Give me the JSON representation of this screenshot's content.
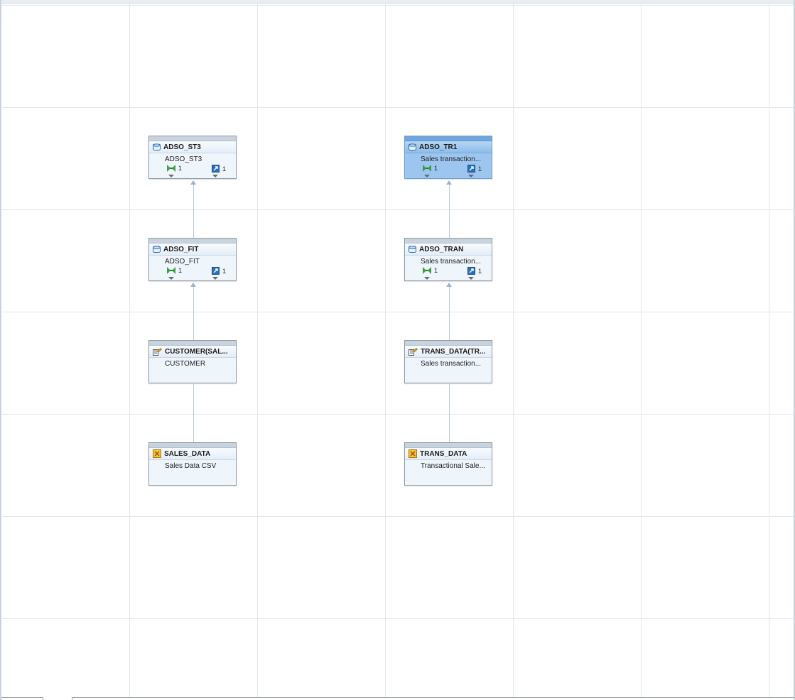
{
  "nodes": [
    {
      "id": "adso_st3",
      "type": "adso",
      "title": "ADSO_ST3",
      "description": "ADSO_ST3",
      "selected": false,
      "metrics": {
        "transformations": "1",
        "dtps": "1"
      }
    },
    {
      "id": "adso_fit",
      "type": "adso",
      "title": "ADSO_FIT",
      "description": "ADSO_FIT",
      "selected": false,
      "metrics": {
        "transformations": "1",
        "dtps": "1"
      }
    },
    {
      "id": "customer_src",
      "type": "datasource",
      "title": "CUSTOMER(SAL...",
      "description": "CUSTOMER",
      "selected": false
    },
    {
      "id": "sales_data",
      "type": "sourcesystem",
      "title": "SALES_DATA",
      "description": "Sales Data CSV",
      "selected": false
    },
    {
      "id": "adso_tr1",
      "type": "adso",
      "title": "ADSO_TR1",
      "description": "Sales transaction...",
      "selected": true,
      "metrics": {
        "transformations": "1",
        "dtps": "1"
      }
    },
    {
      "id": "adso_tran",
      "type": "adso",
      "title": "ADSO_TRAN",
      "description": "Sales transaction...",
      "selected": false,
      "metrics": {
        "transformations": "1",
        "dtps": "1"
      }
    },
    {
      "id": "trans_data_src",
      "type": "datasource",
      "title": "TRANS_DATA(TR...",
      "description": "Sales transaction...",
      "selected": false
    },
    {
      "id": "trans_data",
      "type": "sourcesystem",
      "title": "TRANS_DATA",
      "description": "Transactional Sale...",
      "selected": false
    }
  ],
  "colors": {
    "grid": "#dfe6ee",
    "node_bg": "#eef5fb",
    "node_selected_bg": "#9cc6ef",
    "connector": "#b9c9da",
    "transformation_icon": "#3da142",
    "dtp_icon": "#2a6fb8",
    "source_icon": "#e3a21a"
  },
  "icons": {
    "adso": "database-cylinder-icon",
    "datasource": "datasource-icon",
    "sourcesystem": "source-system-icon",
    "transformation": "transformation-icon",
    "dtp": "dtp-icon"
  }
}
